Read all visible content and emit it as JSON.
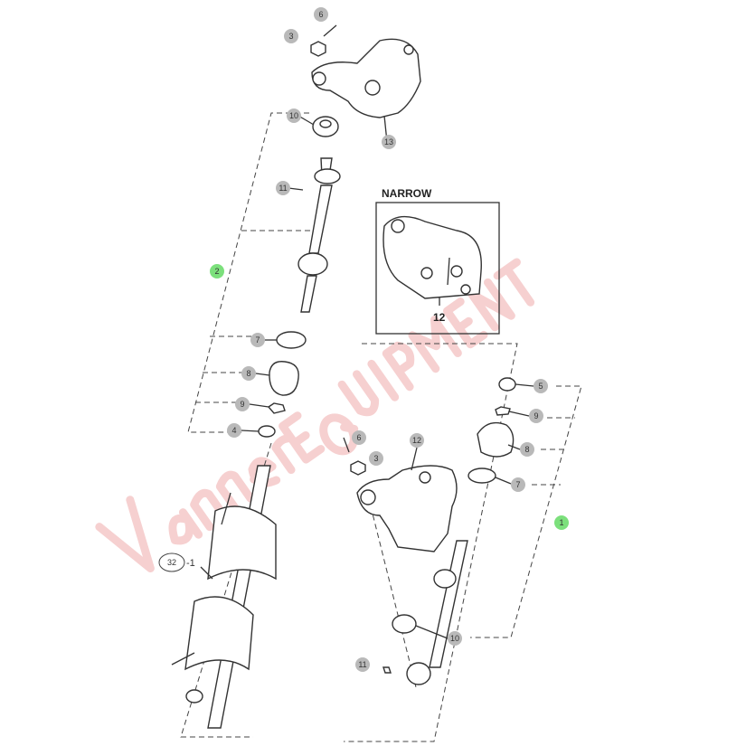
{
  "diagram": {
    "inset_label": "NARROW",
    "inset_part": "12",
    "watermark": "Vanner EQUIPMENT",
    "reference": {
      "circle": "32",
      "suffix": "-1"
    },
    "callouts": {
      "top_6": "6",
      "top_3": "3",
      "top_13": "13",
      "top_10": "10",
      "top_11": "11",
      "left_assembly": "2",
      "left_7": "7",
      "left_8": "8",
      "left_9": "9",
      "left_4": "4",
      "right_5": "5",
      "right_9": "9",
      "right_8": "8",
      "right_7": "7",
      "right_assembly": "1",
      "mid_6": "6",
      "mid_3": "3",
      "mid_12": "12",
      "bot_10": "10",
      "bot_11": "11"
    },
    "colors": {
      "callout": "#b9b9b9",
      "assembly": "#7ce07c",
      "watermark": "#f2b8b8"
    }
  }
}
